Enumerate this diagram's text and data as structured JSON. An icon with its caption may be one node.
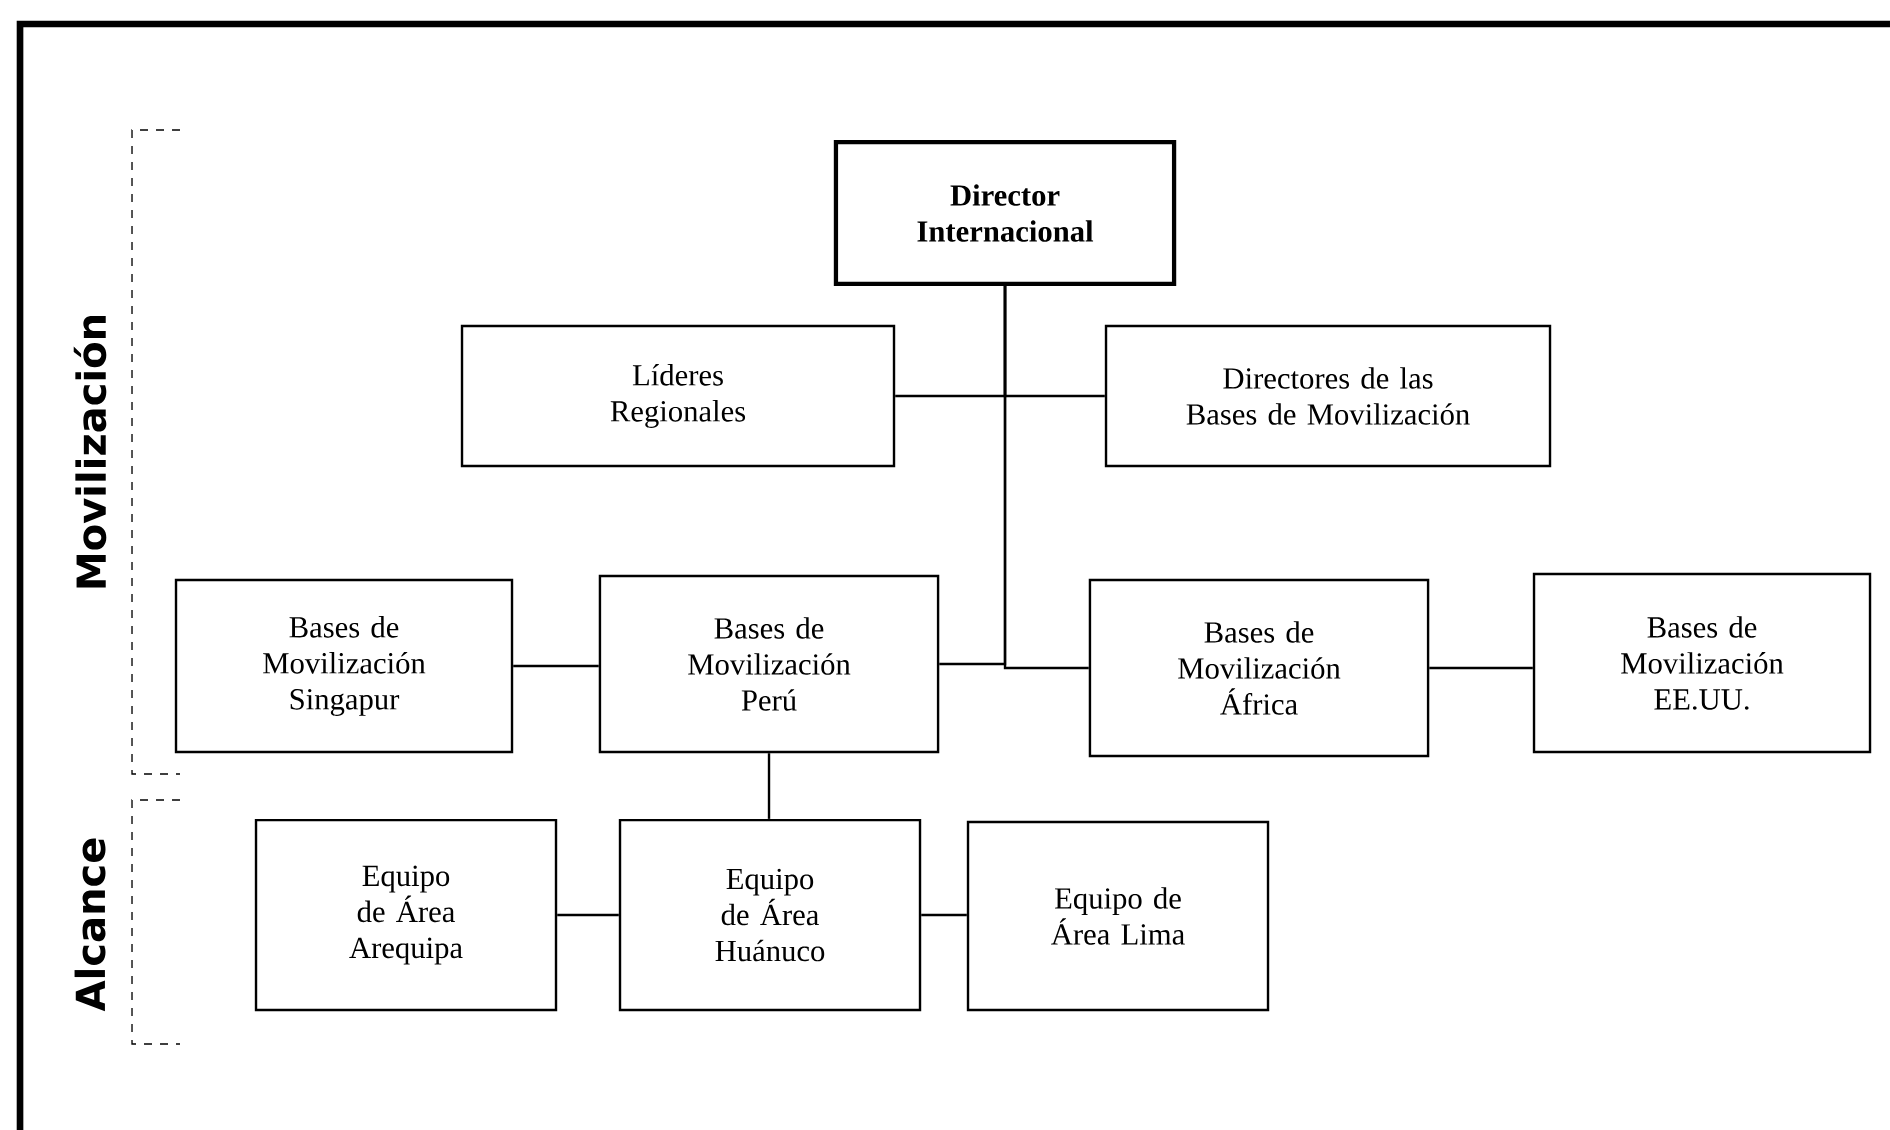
{
  "diagram": {
    "nodes": [
      {
        "text": [
          "Director Internacional"
        ]
      },
      {
        "text": [
          "Líderes Regionales"
        ]
      },
      {
        "text": [
          "Directores de las Bases de Movilización"
        ]
      },
      {
        "text": [
          "Bases de Movilización Singapur"
        ]
      },
      {
        "text": [
          "Bases de Movilización Perú"
        ]
      },
      {
        "text": [
          "Bases de Movilización África"
        ]
      },
      {
        "text": [
          "Bases de Movilización EE.UU."
        ]
      },
      {
        "text": [
          "Equipo de Área Arequipa"
        ]
      },
      {
        "text": [
          "Equipo de Área Huánuco"
        ]
      },
      {
        "text": [
          "Equipo de Área Lima"
        ]
      }
    ],
    "edges": [
      {
        "from": 0,
        "to": 1,
        "arrow": "none"
      },
      {
        "from": 0,
        "to": 2,
        "arrow": "none"
      },
      {
        "from": 0,
        "to": 4,
        "arrow": "none"
      },
      {
        "from": 0,
        "to": 5,
        "arrow": "none"
      },
      {
        "from": 3,
        "to": 4,
        "arrow": "none"
      },
      {
        "from": 5,
        "to": 6,
        "arrow": "none"
      },
      {
        "from": 4,
        "to": 8,
        "arrow": "none"
      },
      {
        "from": 7,
        "to": 8,
        "arrow": "none"
      },
      {
        "from": 8,
        "to": 9,
        "arrow": "none"
      }
    ],
    "labels": [
      "Movilización",
      "Alcance"
    ]
  }
}
